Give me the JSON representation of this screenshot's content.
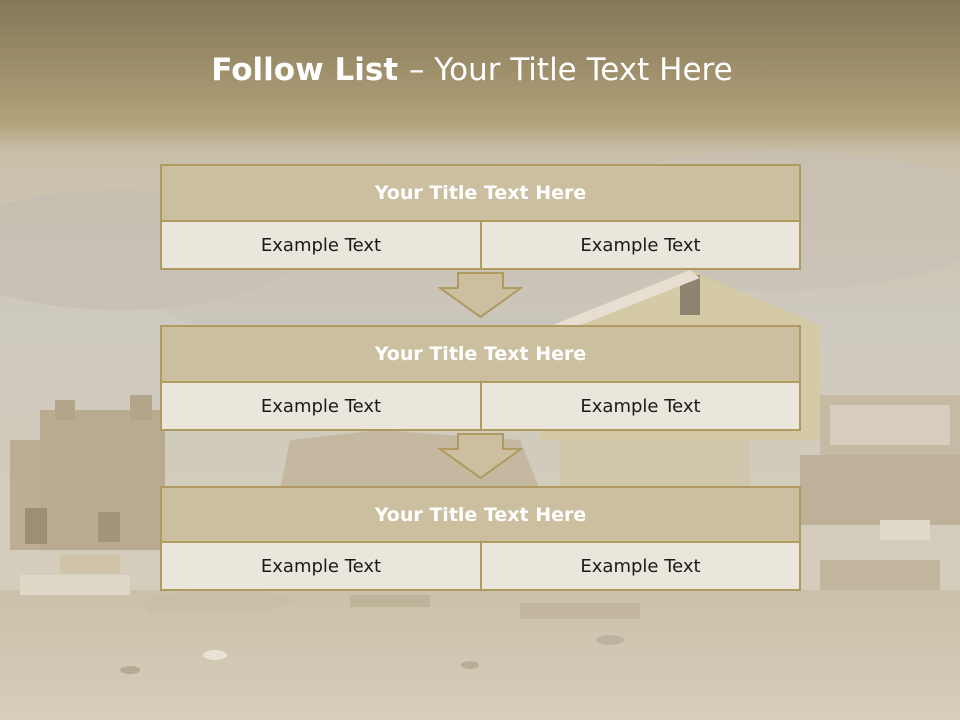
{
  "slide": {
    "title_bold": "Follow List ",
    "title_rest": " – Your Title Text Here"
  },
  "blocks": [
    {
      "title": "Your Title Text Here",
      "left": "Example Text",
      "right": "Example Text"
    },
    {
      "title": "Your Title Text Here",
      "left": "Example Text",
      "right": "Example Text"
    },
    {
      "title": "Your Title Text Here",
      "left": "Example Text",
      "right": "Example Text"
    }
  ],
  "colors": {
    "header_band": "#8c7c57",
    "block_title_fill": "#cbbf9f",
    "cell_fill": "#ebe6db",
    "border": "#b09a62"
  }
}
